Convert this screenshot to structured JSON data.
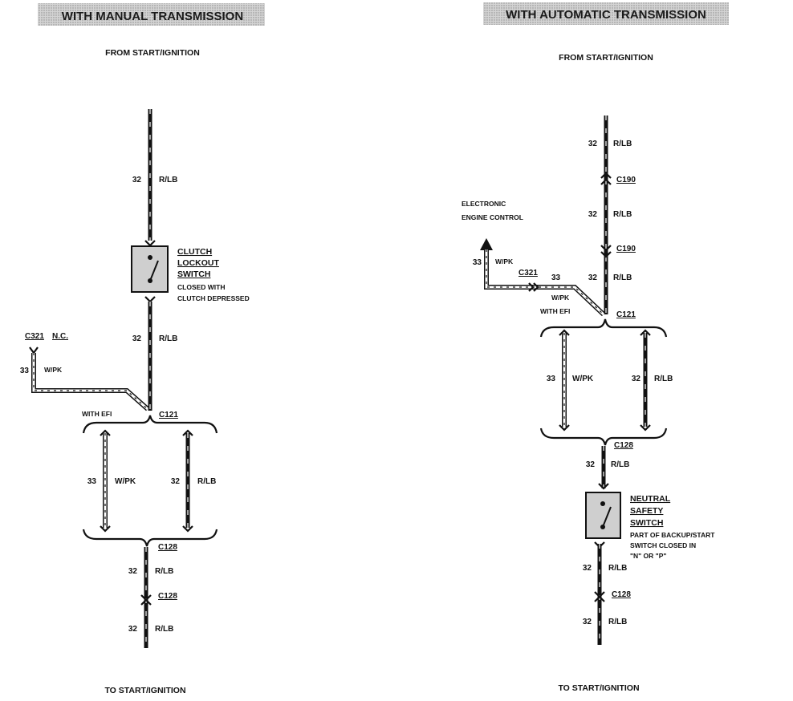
{
  "manual": {
    "header": "WITH MANUAL TRANSMISSION",
    "from": "FROM START/IGNITION",
    "to": "TO START/IGNITION",
    "wire_top": {
      "num": "32",
      "color": "R/LB"
    },
    "switch": {
      "line1": "CLUTCH",
      "line2": "LOCKOUT",
      "line3": "SWITCH",
      "note1": "CLOSED WITH",
      "note2": "CLUTCH DEPRESSED"
    },
    "wire_mid": {
      "num": "32",
      "color": "R/LB"
    },
    "branch": {
      "connector": "C321",
      "nc": "N.C.",
      "num": "33",
      "color": "W/PK",
      "efi": "WITH EFI"
    },
    "c121": "C121",
    "parallel_left": {
      "num": "33",
      "color": "W/PK"
    },
    "parallel_right": {
      "num": "32",
      "color": "R/LB"
    },
    "c128a": "C128",
    "wire_low1": {
      "num": "32",
      "color": "R/LB"
    },
    "c128b": "C128",
    "wire_low2": {
      "num": "32",
      "color": "R/LB"
    }
  },
  "automatic": {
    "header": "WITH AUTOMATIC TRANSMISSION",
    "from": "FROM START/IGNITION",
    "to": "TO START/IGNITION",
    "wire_top": {
      "num": "32",
      "color": "R/LB"
    },
    "c190a": "C190",
    "wire_2": {
      "num": "32",
      "color": "R/LB"
    },
    "c190b": "C190",
    "eec1": "ELECTRONIC",
    "eec2": "ENGINE CONTROL",
    "branch": {
      "num": "33",
      "color": "W/PK",
      "connector": "C321",
      "num2": "33",
      "color2": "W/PK",
      "efi": "WITH EFI"
    },
    "wire_3": {
      "num": "32",
      "color": "R/LB"
    },
    "c121": "C121",
    "parallel_left": {
      "num": "33",
      "color": "W/PK"
    },
    "parallel_right": {
      "num": "32",
      "color": "R/LB"
    },
    "c128a": "C128",
    "wire_4": {
      "num": "32",
      "color": "R/LB"
    },
    "switch": {
      "line1": "NEUTRAL",
      "line2": "SAFETY",
      "line3": "SWITCH",
      "note1": "PART OF BACKUP/START",
      "note2": "SWITCH CLOSED IN",
      "note3": "\"N\" OR \"P\""
    },
    "wire_5": {
      "num": "32",
      "color": "R/LB"
    },
    "c128b": "C128",
    "wire_6": {
      "num": "32",
      "color": "R/LB"
    }
  }
}
